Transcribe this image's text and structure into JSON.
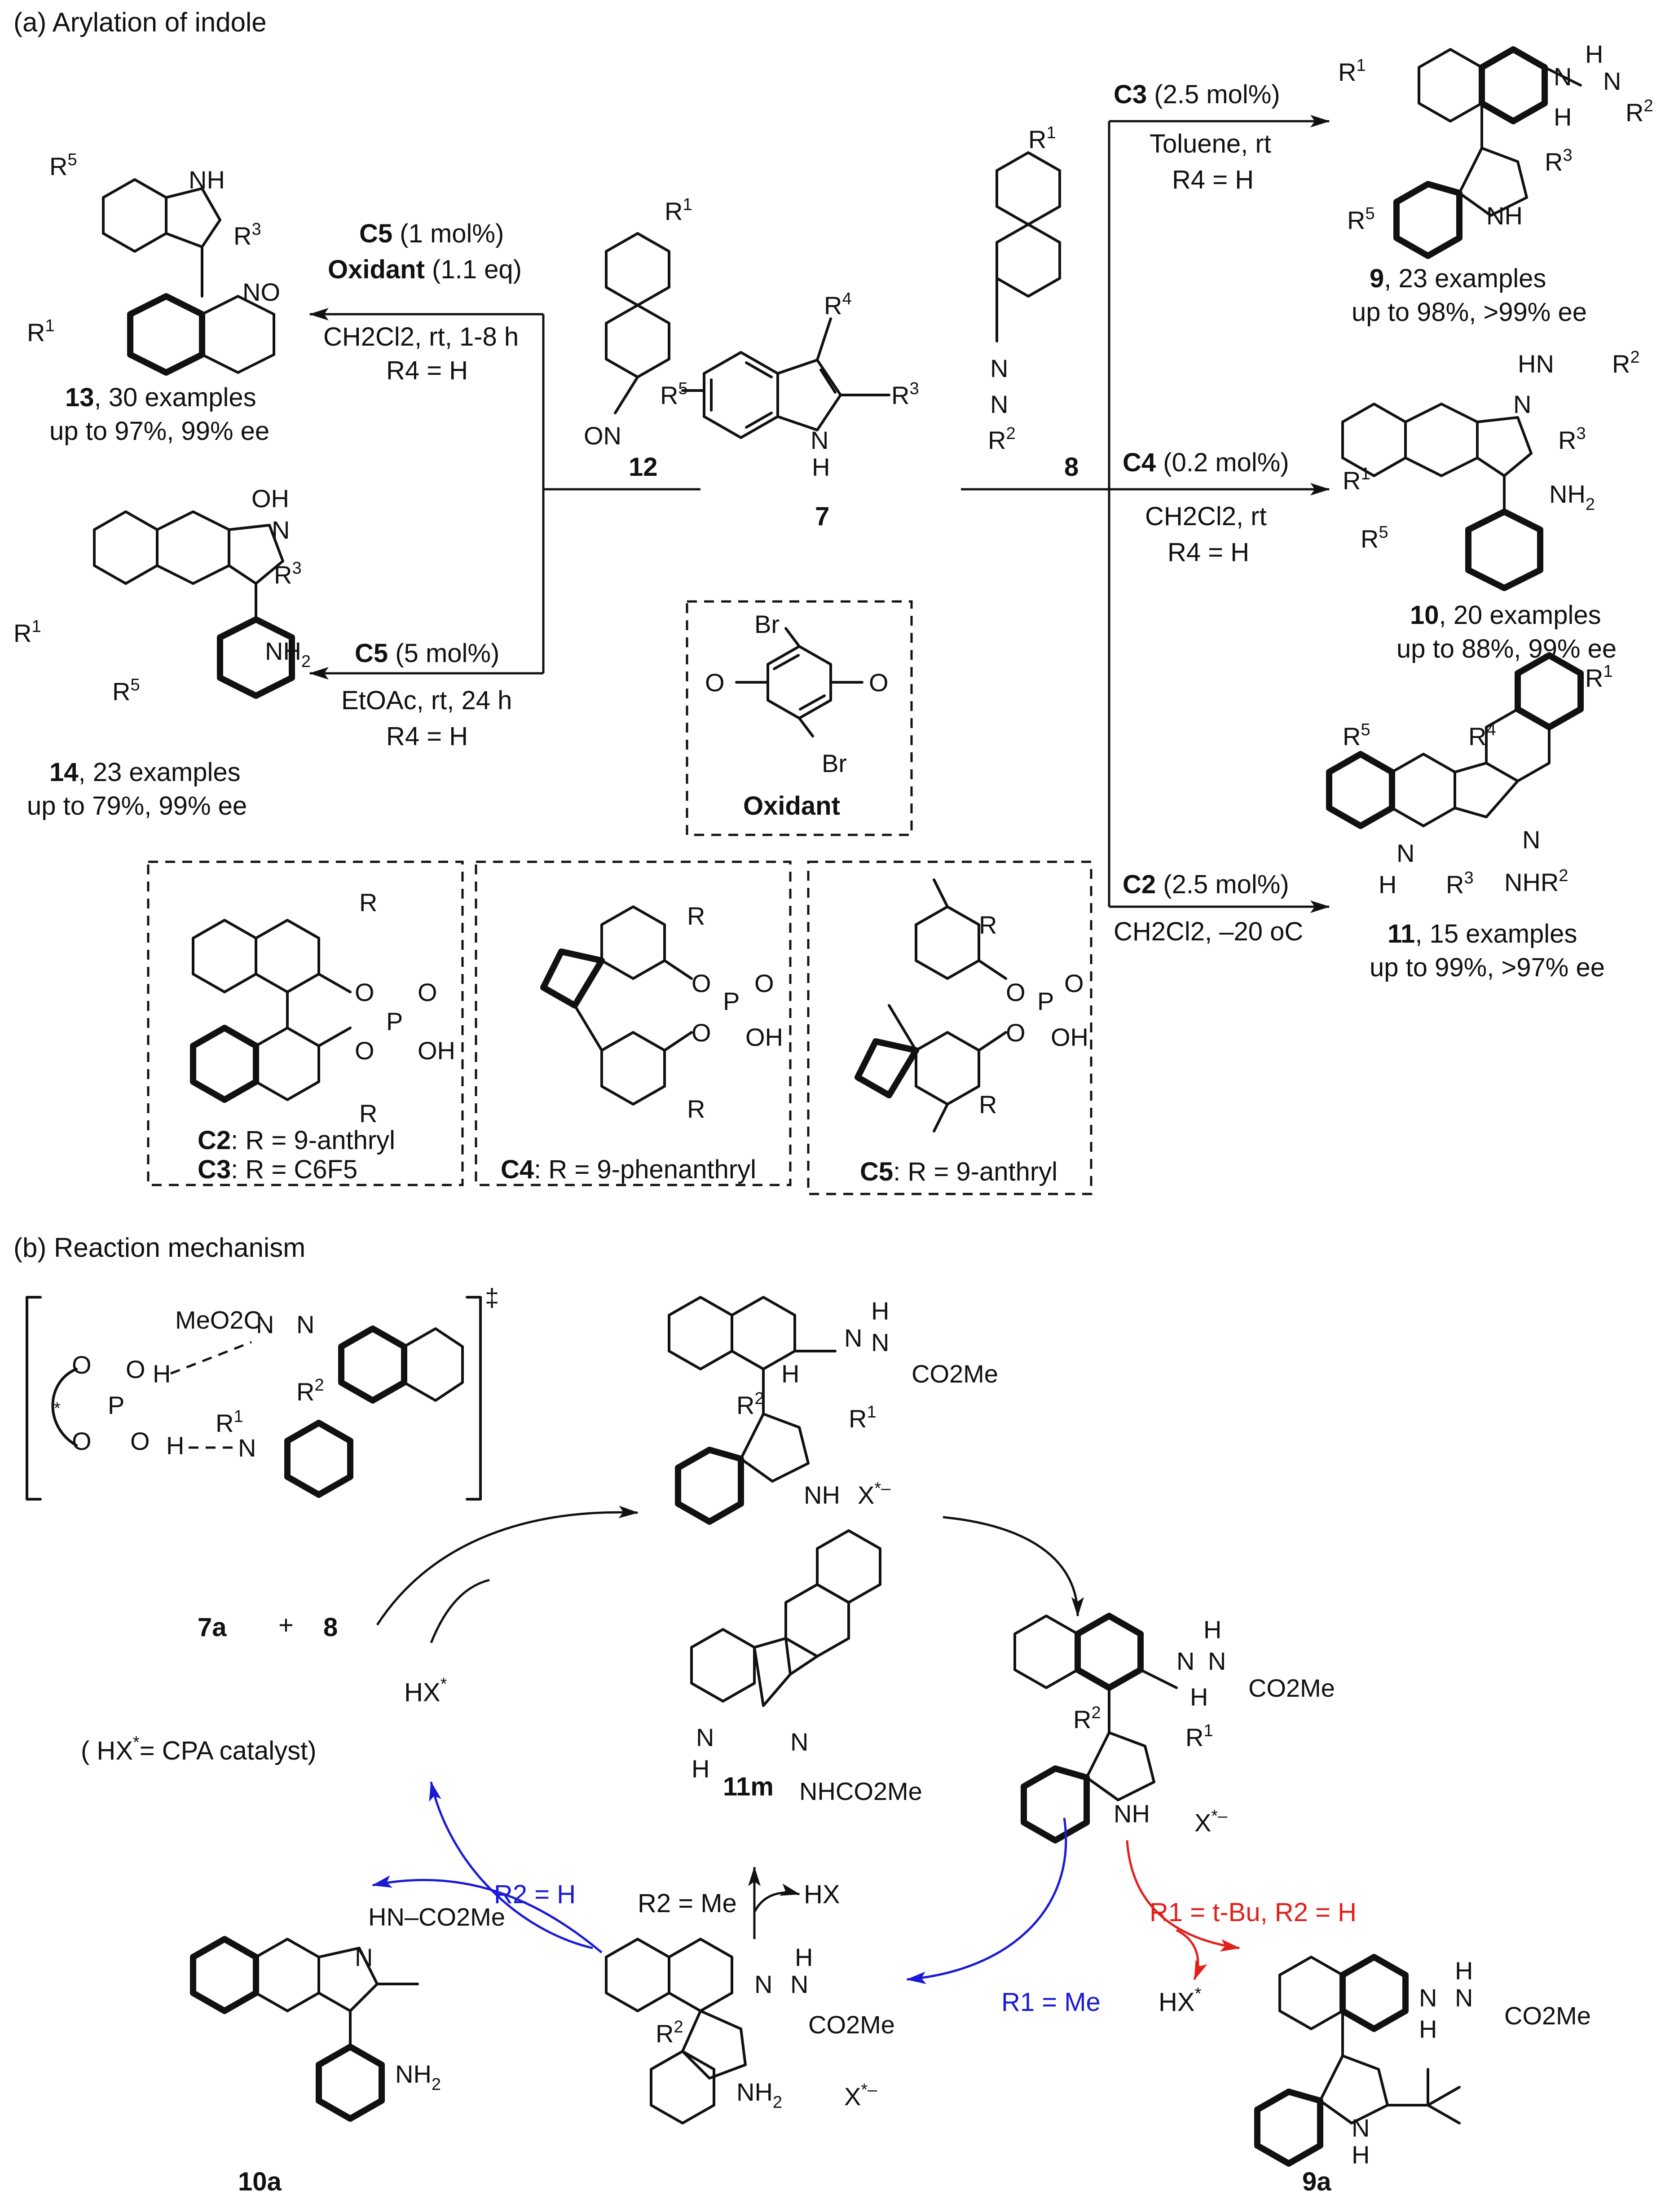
{
  "section_a": {
    "title": "(a) Arylation of indole",
    "center_compound": "7",
    "reagent_left": "12",
    "reagent_right": "8",
    "oxidant_label": "Oxidant",
    "cond_13": {
      "cat": "C5",
      "cat_amt": " (1 mol%)",
      "ox": "Oxidant",
      "ox_amt": " (1.1 eq)",
      "solvent": "CH2Cl2, rt, 1-8 h",
      "r4": "R4 = H"
    },
    "cond_14": {
      "cat": "C5",
      "cat_amt": " (5 mol%)",
      "solvent": "EtOAc, rt, 24 h",
      "r4": "R4 = H"
    },
    "cond_9": {
      "cat": "C3",
      "cat_amt": " (2.5 mol%)",
      "solvent": "Toluene, rt",
      "r4": "R4 = H"
    },
    "cond_10": {
      "cat": "C4",
      "cat_amt": " (0.2 mol%)",
      "solvent": "CH2Cl2, rt",
      "r4": "R4 = H"
    },
    "cond_11": {
      "cat": "C2",
      "cat_amt": " (2.5 mol%)",
      "solvent": "CH2Cl2, –20 oC"
    },
    "product_13": {
      "num": "13",
      "examples": ", 30 examples",
      "yield": "up to 97%, 99% ee"
    },
    "product_14": {
      "num": "14",
      "examples": ", 23 examples",
      "yield": "up to 79%, 99% ee"
    },
    "product_9": {
      "num": "9",
      "examples": ", 23 examples",
      "yield": "up to 98%, >99% ee"
    },
    "product_10": {
      "num": "10",
      "examples": ", 20 examples",
      "yield": "up to 88%, 99% ee"
    },
    "product_11": {
      "num": "11",
      "examples": ", 15 examples",
      "yield": "up to 99%, >97% ee"
    },
    "catalysts": {
      "c2": "C2",
      "c2_r": ": R = 9-anthryl",
      "c3": "C3",
      "c3_r": ": R = C6F5",
      "c4": "C4",
      "c4_r": ": R = 9-phenanthryl",
      "c5": "C5",
      "c5_r": ": R = 9-anthryl"
    }
  },
  "section_b": {
    "title": "(b) Reaction mechanism",
    "reactants": {
      "a": "7a",
      "plus": "+",
      "b": "8"
    },
    "catalyst": "HX*",
    "catalyst_note": "( HX*= CPA catalyst)",
    "ts_label": "‡",
    "branch_red": "R1 = t-Bu, R2 = H",
    "branch_blue_1": "R1 = Me",
    "branch_blue_2": "R2 = H",
    "branch_black": "R2 = Me",
    "hx": "HX",
    "hx_star": "HX*",
    "products": {
      "p11": "11m",
      "p10": "10a",
      "p9": "9a"
    },
    "fragments": {
      "meo2c": "MeO2C",
      "co2me": "CO2Me",
      "nhco2me": "NHCO2Me",
      "hn_co2me": "HN–CO2Me"
    }
  },
  "colors": {
    "blue": "#1a1ad6",
    "red": "#e0201b",
    "black": "#111111"
  }
}
